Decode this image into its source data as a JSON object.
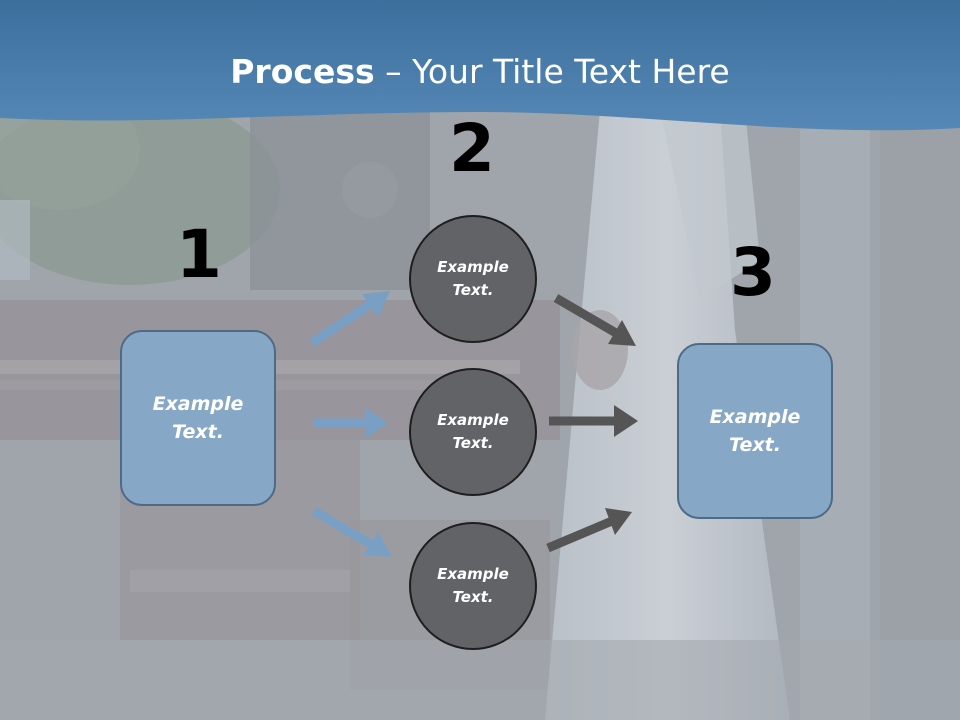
{
  "title": {
    "bold": "Process",
    "rest": " – Your Title Text Here"
  },
  "steps": {
    "one": "1",
    "two": "2",
    "three": "3"
  },
  "left_box": {
    "line1": "Example",
    "line2": "Text."
  },
  "right_box": {
    "line1": "Example",
    "line2": "Text."
  },
  "circles": [
    {
      "line1": "Example",
      "line2": "Text."
    },
    {
      "line1": "Example",
      "line2": "Text."
    },
    {
      "line1": "Example",
      "line2": "Text."
    }
  ],
  "colors": {
    "header": "#4a7aa7",
    "box": "#87a7c7",
    "circle": "#626366",
    "arrow_blue": "#7a9fc4",
    "arrow_dark": "#555555"
  }
}
